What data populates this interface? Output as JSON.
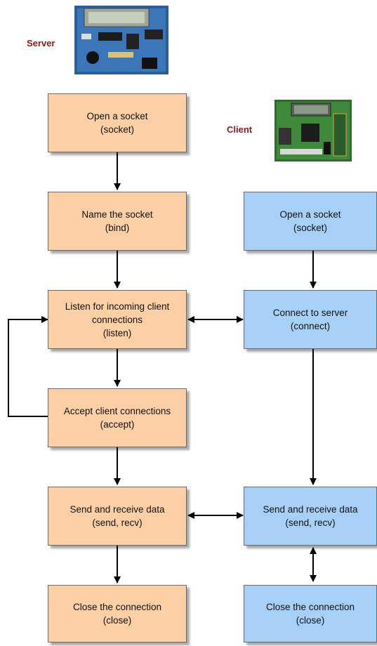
{
  "labels": {
    "server": "Server",
    "client": "Client"
  },
  "colors": {
    "server_box": "#fcd0a4",
    "client_box": "#a6d0f6",
    "label": "#8b1a1a"
  },
  "server_boxes": [
    {
      "line1": "Open a socket",
      "line2": "(socket)"
    },
    {
      "line1": "Name the socket",
      "line2": "(bind)"
    },
    {
      "line1": "Listen for incoming client",
      "line1b": "connections",
      "line2": "(listen)"
    },
    {
      "line1": "Accept client connections",
      "line2": "(accept)"
    },
    {
      "line1": "Send and receive data",
      "line2": "(send, recv)"
    },
    {
      "line1": "Close the connection",
      "line2": "(close)"
    }
  ],
  "client_boxes": [
    {
      "line1": "Open a socket",
      "line2": "(socket)"
    },
    {
      "line1": "Connect to server",
      "line2": "(connect)"
    },
    {
      "line1": "Send and receive data",
      "line2": "(send, recv)"
    },
    {
      "line1": "Close the connection",
      "line2": "(close)"
    }
  ],
  "images": {
    "server_board": "server-board-icon",
    "client_board": "client-board-icon"
  }
}
